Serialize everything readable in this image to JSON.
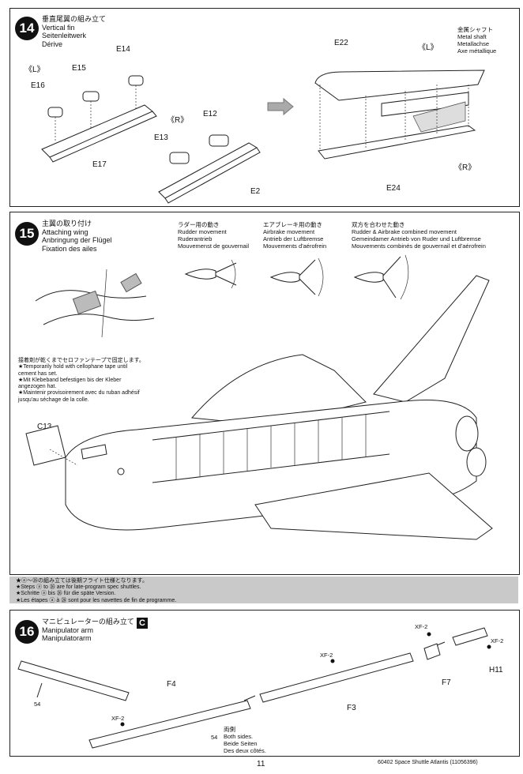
{
  "step14": {
    "number": "14",
    "title": [
      "垂直尾翼の組み立て",
      "Vertical fin",
      "Seitenleitwerk",
      "Dérive"
    ],
    "labels": {
      "L1": "《L》",
      "E14": "E14",
      "E15": "E15",
      "E16": "E16",
      "E17": "E17",
      "R1": "《R》",
      "E12": "E12",
      "E13": "E13",
      "E2": "E2",
      "E22": "E22",
      "L2": "《L》",
      "R2": "《R》",
      "E24": "E24"
    },
    "metal_shaft": [
      "金属シャフト",
      "Metal shaft",
      "Metallachse",
      "Axe métallique"
    ]
  },
  "step15": {
    "number": "15",
    "title": [
      "主翼の取り付け",
      "Attaching wing",
      "Anbringung der Flügel",
      "Fixation des ailes"
    ],
    "movements": [
      [
        "ラダー用の動き",
        "Rudder movement",
        "Ruderantrieb",
        "Mouvemenst de gouvernail"
      ],
      [
        "エアブレーキ用の動き",
        "Airbrake movement",
        "Antrieb der Luftbremse",
        "Mouvements d'aérofrein"
      ],
      [
        "双方を合わせた動き",
        "Rudder & Airbrake combined movement",
        "Gemeindamer Antrieb von Ruder und Luftbremse",
        "Mouvements combinés de gouvernail et d'aérofrein"
      ]
    ],
    "tape_note": [
      "接着剤が乾くまでセロファンテープで固定します。",
      "★Temporarily hold with cellophane tape until",
      "cement has set.",
      "★Mit Klebeband befestigen bis der Kleber",
      "angezogen hat.",
      "★Maintenir provisoirement avec du ruban adhésif",
      "jusqu'au séchage de la colle."
    ],
    "part_label": "C13"
  },
  "banner": [
    "★ⓐ～㉖の組み立ては後期フライト仕様となります。",
    "★Steps ⓐ to ㉖ are for late-program spec shuttles.",
    "★Schritte ⓐ bis ㉖ für die späte Version.",
    "★Les étapes ⓐ à ㉖ sont pour les navettes de fin de programme."
  ],
  "step16": {
    "number": "16",
    "title": [
      "マニピュレーターの組み立て",
      "Manipulator arm",
      "Manipulatorarm",
      "Bras manipulateur"
    ],
    "box_label": "C",
    "labels": {
      "XF2a": "XF-2",
      "XF2b": "XF-2",
      "XF2c": "XF-2",
      "XF2d": "XF-2",
      "H11": "H11",
      "F7": "F7",
      "F4": "F4",
      "F3": "F3",
      "n54a": "54",
      "n54b": "54"
    },
    "both_sides": [
      "両側",
      "Both sides.",
      "Beide Seiten",
      "Des deux côtés."
    ]
  },
  "footer": {
    "page": "11",
    "code": "60402  Space Shuttle Atlantis (11056396)"
  }
}
